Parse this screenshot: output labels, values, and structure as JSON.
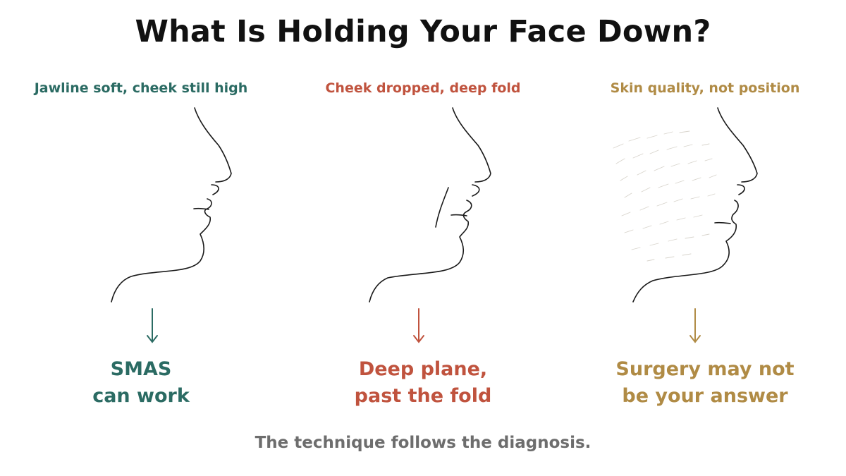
{
  "title": "What Is Holding Your Face Down?",
  "panels": [
    {
      "subtitle": "Jawline soft, cheek still high",
      "verdict_line1": "SMAS",
      "verdict_line2": "can work",
      "color": "#2b6b63",
      "variant": "jawline-soft"
    },
    {
      "subtitle": "Cheek dropped, deep fold",
      "verdict_line1": "Deep plane,",
      "verdict_line2": "past the fold",
      "color": "#c0533e",
      "variant": "deep-fold"
    },
    {
      "subtitle": "Skin quality, not position",
      "verdict_line1": "Surgery may not",
      "verdict_line2": "be your answer",
      "color": "#b08b45",
      "variant": "skin-texture"
    }
  ],
  "footer": "The technique follows the diagnosis."
}
